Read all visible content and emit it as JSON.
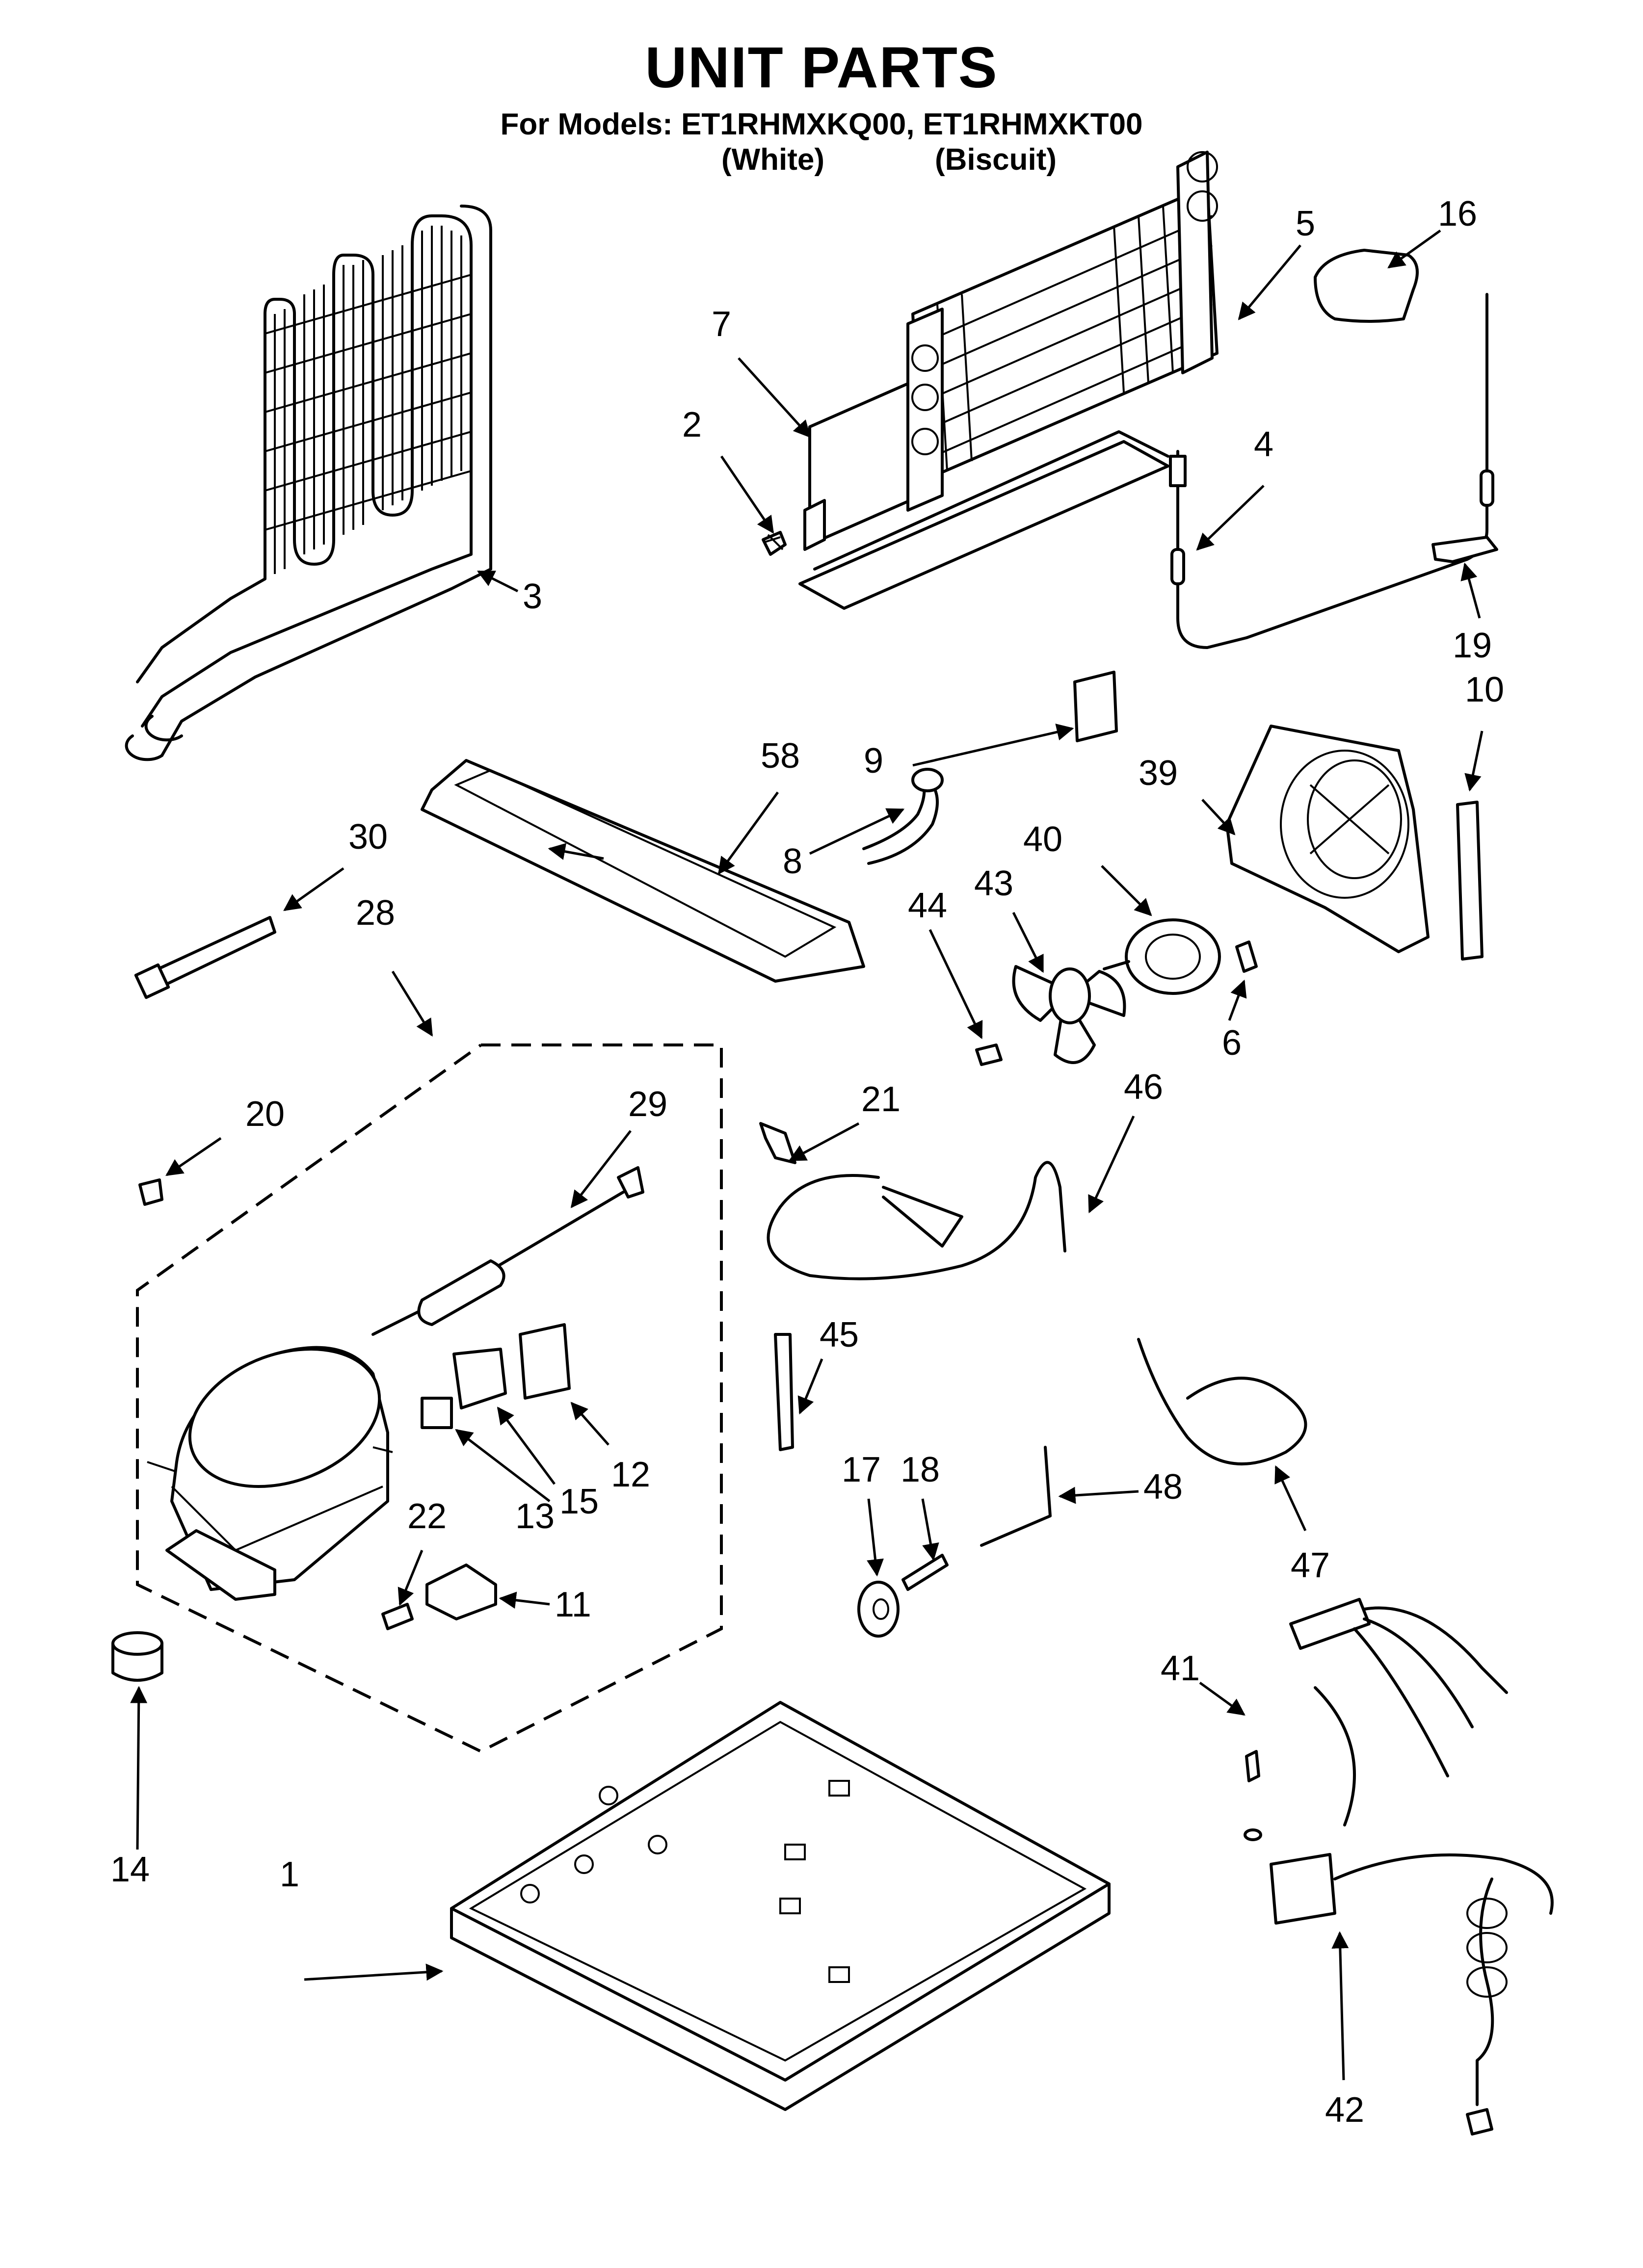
{
  "header": {
    "title": "UNIT PARTS",
    "models_line": "For Models: ET1RHMXKQ00, ET1RHMXKT00",
    "variant_white": "(White)",
    "variant_biscuit": "(Biscuit)"
  },
  "callouts": [
    {
      "id": "c1",
      "label": "1"
    },
    {
      "id": "c2",
      "label": "2"
    },
    {
      "id": "c3",
      "label": "3"
    },
    {
      "id": "c4",
      "label": "4"
    },
    {
      "id": "c5",
      "label": "5"
    },
    {
      "id": "c6",
      "label": "6"
    },
    {
      "id": "c7",
      "label": "7"
    },
    {
      "id": "c8",
      "label": "8"
    },
    {
      "id": "c9",
      "label": "9"
    },
    {
      "id": "c10",
      "label": "10"
    },
    {
      "id": "c11",
      "label": "11"
    },
    {
      "id": "c12",
      "label": "12"
    },
    {
      "id": "c13",
      "label": "13"
    },
    {
      "id": "c14",
      "label": "14"
    },
    {
      "id": "c15",
      "label": "15"
    },
    {
      "id": "c16",
      "label": "16"
    },
    {
      "id": "c17",
      "label": "17"
    },
    {
      "id": "c18",
      "label": "18"
    },
    {
      "id": "c19",
      "label": "19"
    },
    {
      "id": "c20",
      "label": "20"
    },
    {
      "id": "c21",
      "label": "21"
    },
    {
      "id": "c22",
      "label": "22"
    },
    {
      "id": "c28",
      "label": "28"
    },
    {
      "id": "c29",
      "label": "29"
    },
    {
      "id": "c30",
      "label": "30"
    },
    {
      "id": "c39",
      "label": "39"
    },
    {
      "id": "c40",
      "label": "40"
    },
    {
      "id": "c41",
      "label": "41"
    },
    {
      "id": "c42",
      "label": "42"
    },
    {
      "id": "c43",
      "label": "43"
    },
    {
      "id": "c44",
      "label": "44"
    },
    {
      "id": "c45",
      "label": "45"
    },
    {
      "id": "c46",
      "label": "46"
    },
    {
      "id": "c47",
      "label": "47"
    },
    {
      "id": "c48",
      "label": "48"
    },
    {
      "id": "c58",
      "label": "58"
    }
  ]
}
